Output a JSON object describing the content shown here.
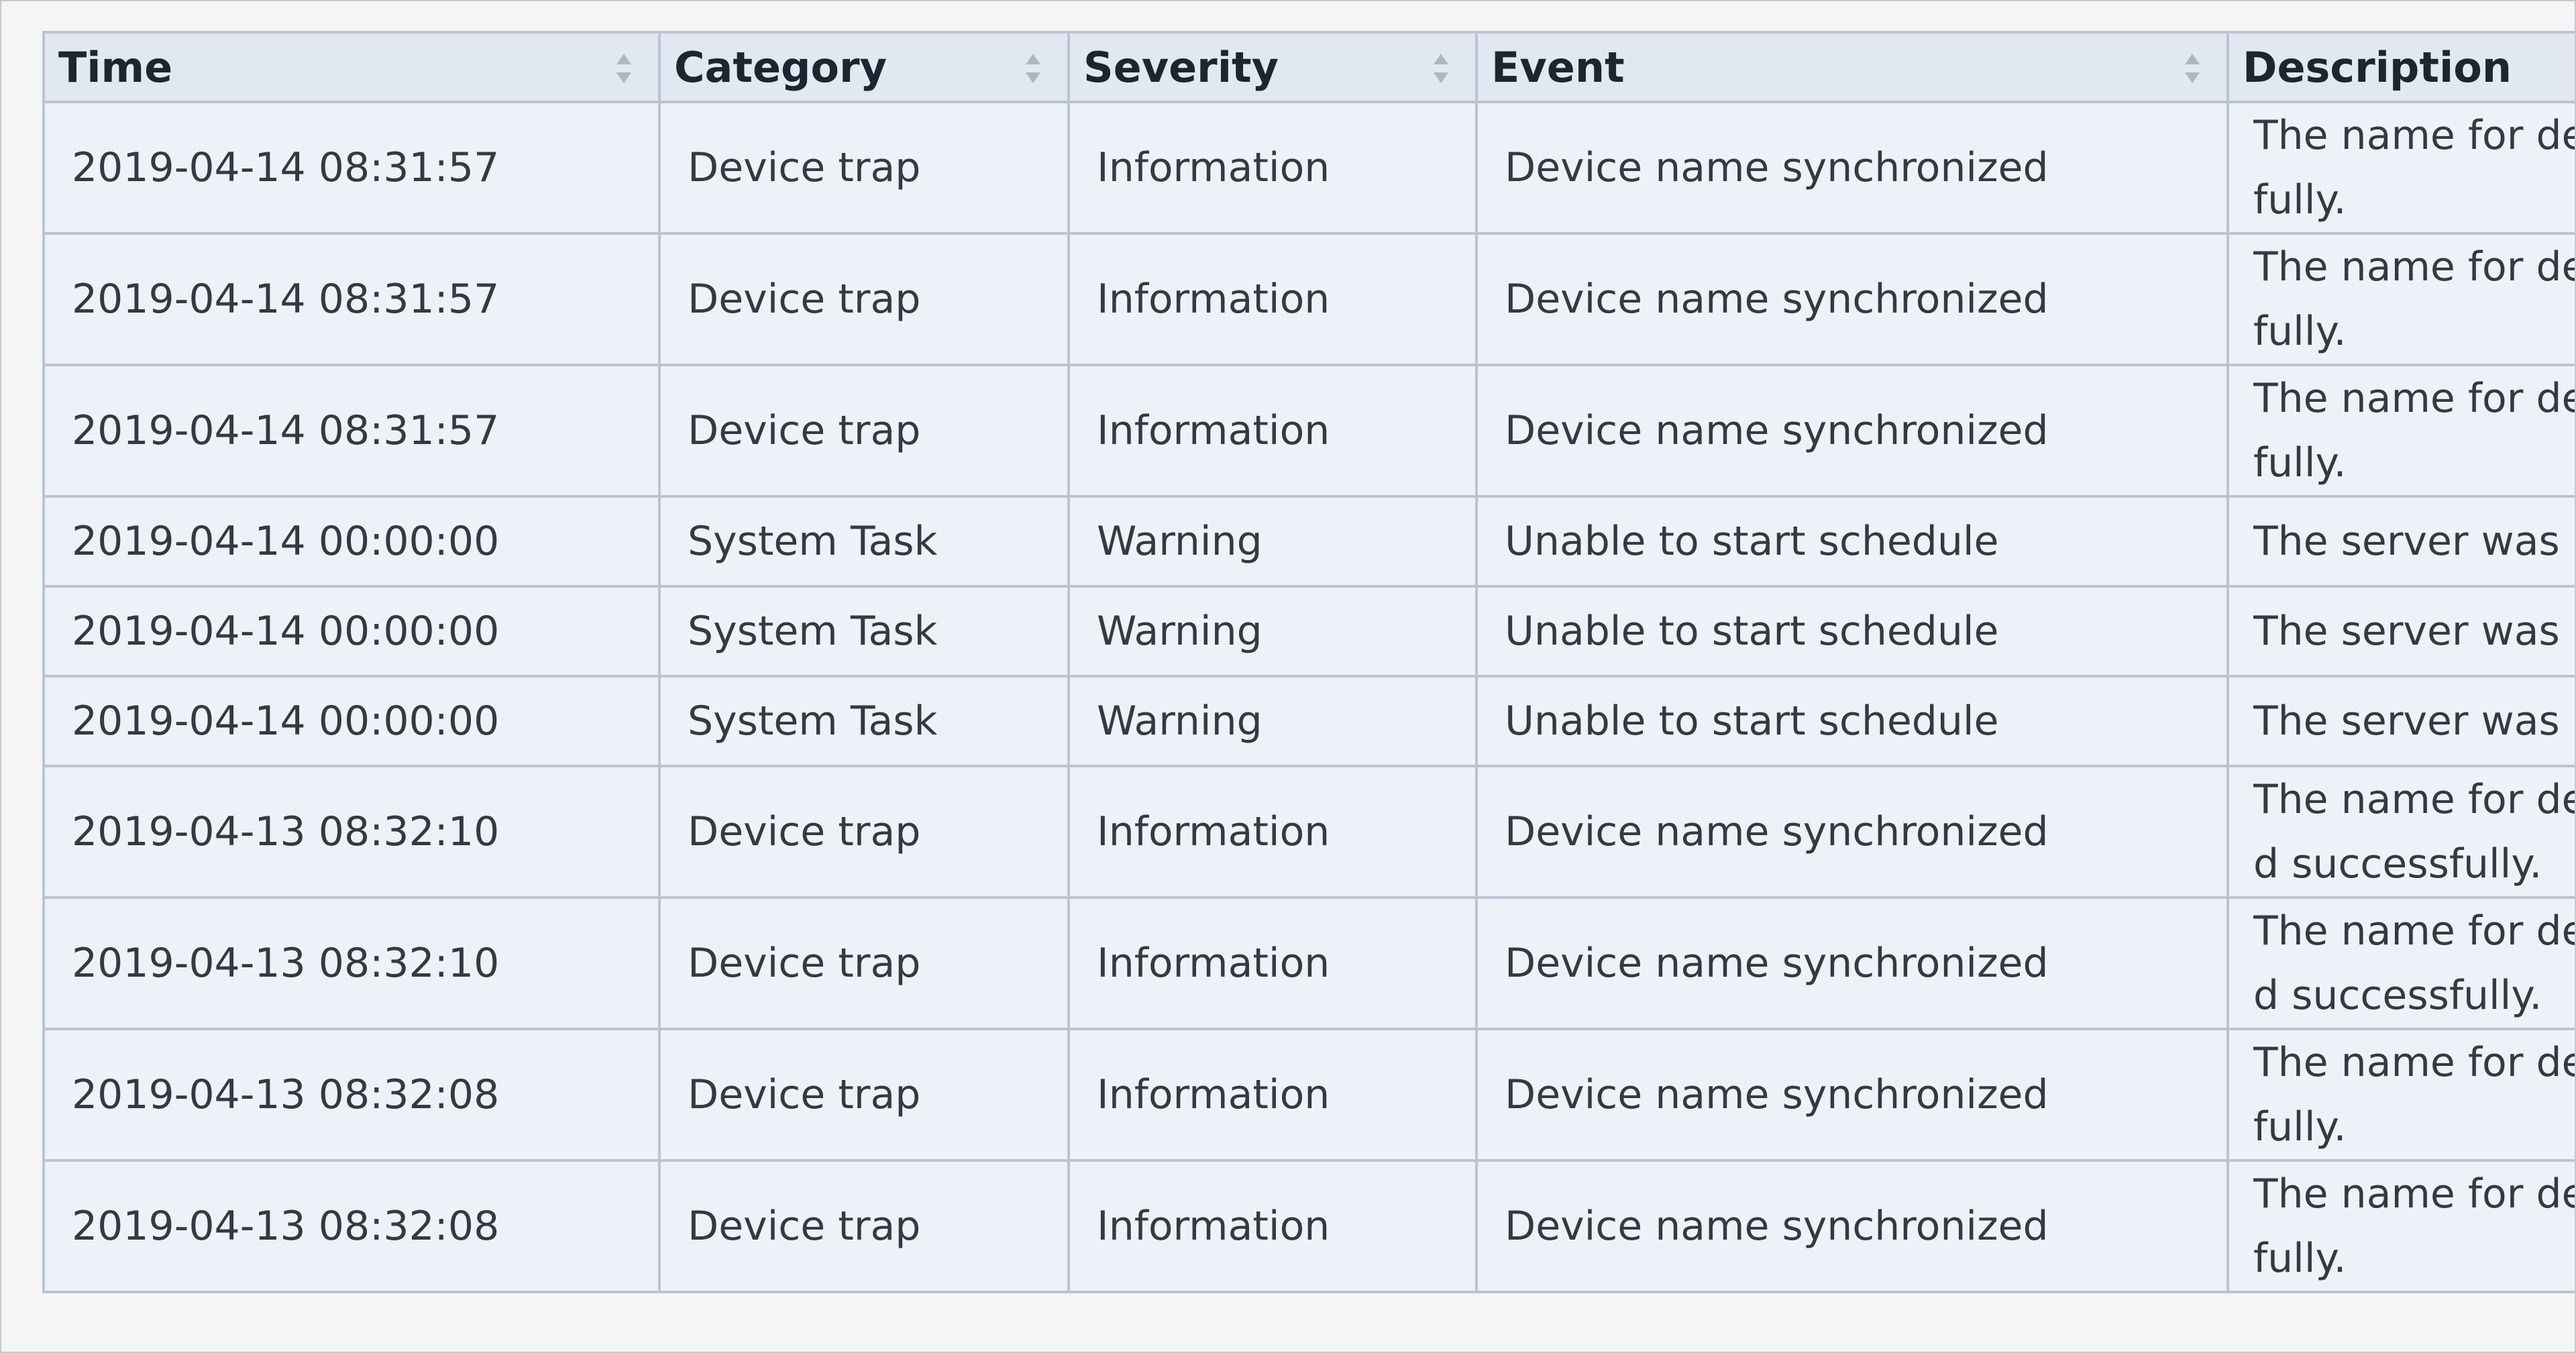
{
  "table": {
    "headers": {
      "time": "Time",
      "category": "Category",
      "severity": "Severity",
      "event": "Event",
      "description": "Description"
    },
    "rows": [
      {
        "time": "2019-04-14 08:31:57",
        "category": "Device trap",
        "severity": "Information",
        "event": "Device name synchronized",
        "desc_line1": "The name for de",
        "desc_line2": "fully."
      },
      {
        "time": "2019-04-14 08:31:57",
        "category": "Device trap",
        "severity": "Information",
        "event": "Device name synchronized",
        "desc_line1": "The name for de",
        "desc_line2": "fully."
      },
      {
        "time": "2019-04-14 08:31:57",
        "category": "Device trap",
        "severity": "Information",
        "event": "Device name synchronized",
        "desc_line1": "The name for de",
        "desc_line2": "fully."
      },
      {
        "time": "2019-04-14 00:00:00",
        "category": "System Task",
        "severity": "Warning",
        "event": "Unable to start schedule",
        "desc_line1": "The server was u",
        "desc_line2": ""
      },
      {
        "time": "2019-04-14 00:00:00",
        "category": "System Task",
        "severity": "Warning",
        "event": "Unable to start schedule",
        "desc_line1": "The server was u",
        "desc_line2": ""
      },
      {
        "time": "2019-04-14 00:00:00",
        "category": "System Task",
        "severity": "Warning",
        "event": "Unable to start schedule",
        "desc_line1": "The server was u",
        "desc_line2": ""
      },
      {
        "time": "2019-04-13 08:32:10",
        "category": "Device trap",
        "severity": "Information",
        "event": "Device name synchronized",
        "desc_line1": "The name for de",
        "desc_line2": "d successfully."
      },
      {
        "time": "2019-04-13 08:32:10",
        "category": "Device trap",
        "severity": "Information",
        "event": "Device name synchronized",
        "desc_line1": "The name for de",
        "desc_line2": "d successfully."
      },
      {
        "time": "2019-04-13 08:32:08",
        "category": "Device trap",
        "severity": "Information",
        "event": "Device name synchronized",
        "desc_line1": "The name for de",
        "desc_line2": "fully."
      },
      {
        "time": "2019-04-13 08:32:08",
        "category": "Device trap",
        "severity": "Information",
        "event": "Device name synchronized",
        "desc_line1": "The name for de",
        "desc_line2": "fully."
      }
    ]
  },
  "icons": {
    "sort": "sort-arrows-icon"
  },
  "colors": {
    "header_bg": "#e1e8f1",
    "cell_bg": "#eef2f8",
    "border": "#b9c4d3",
    "text": "#333a44"
  }
}
